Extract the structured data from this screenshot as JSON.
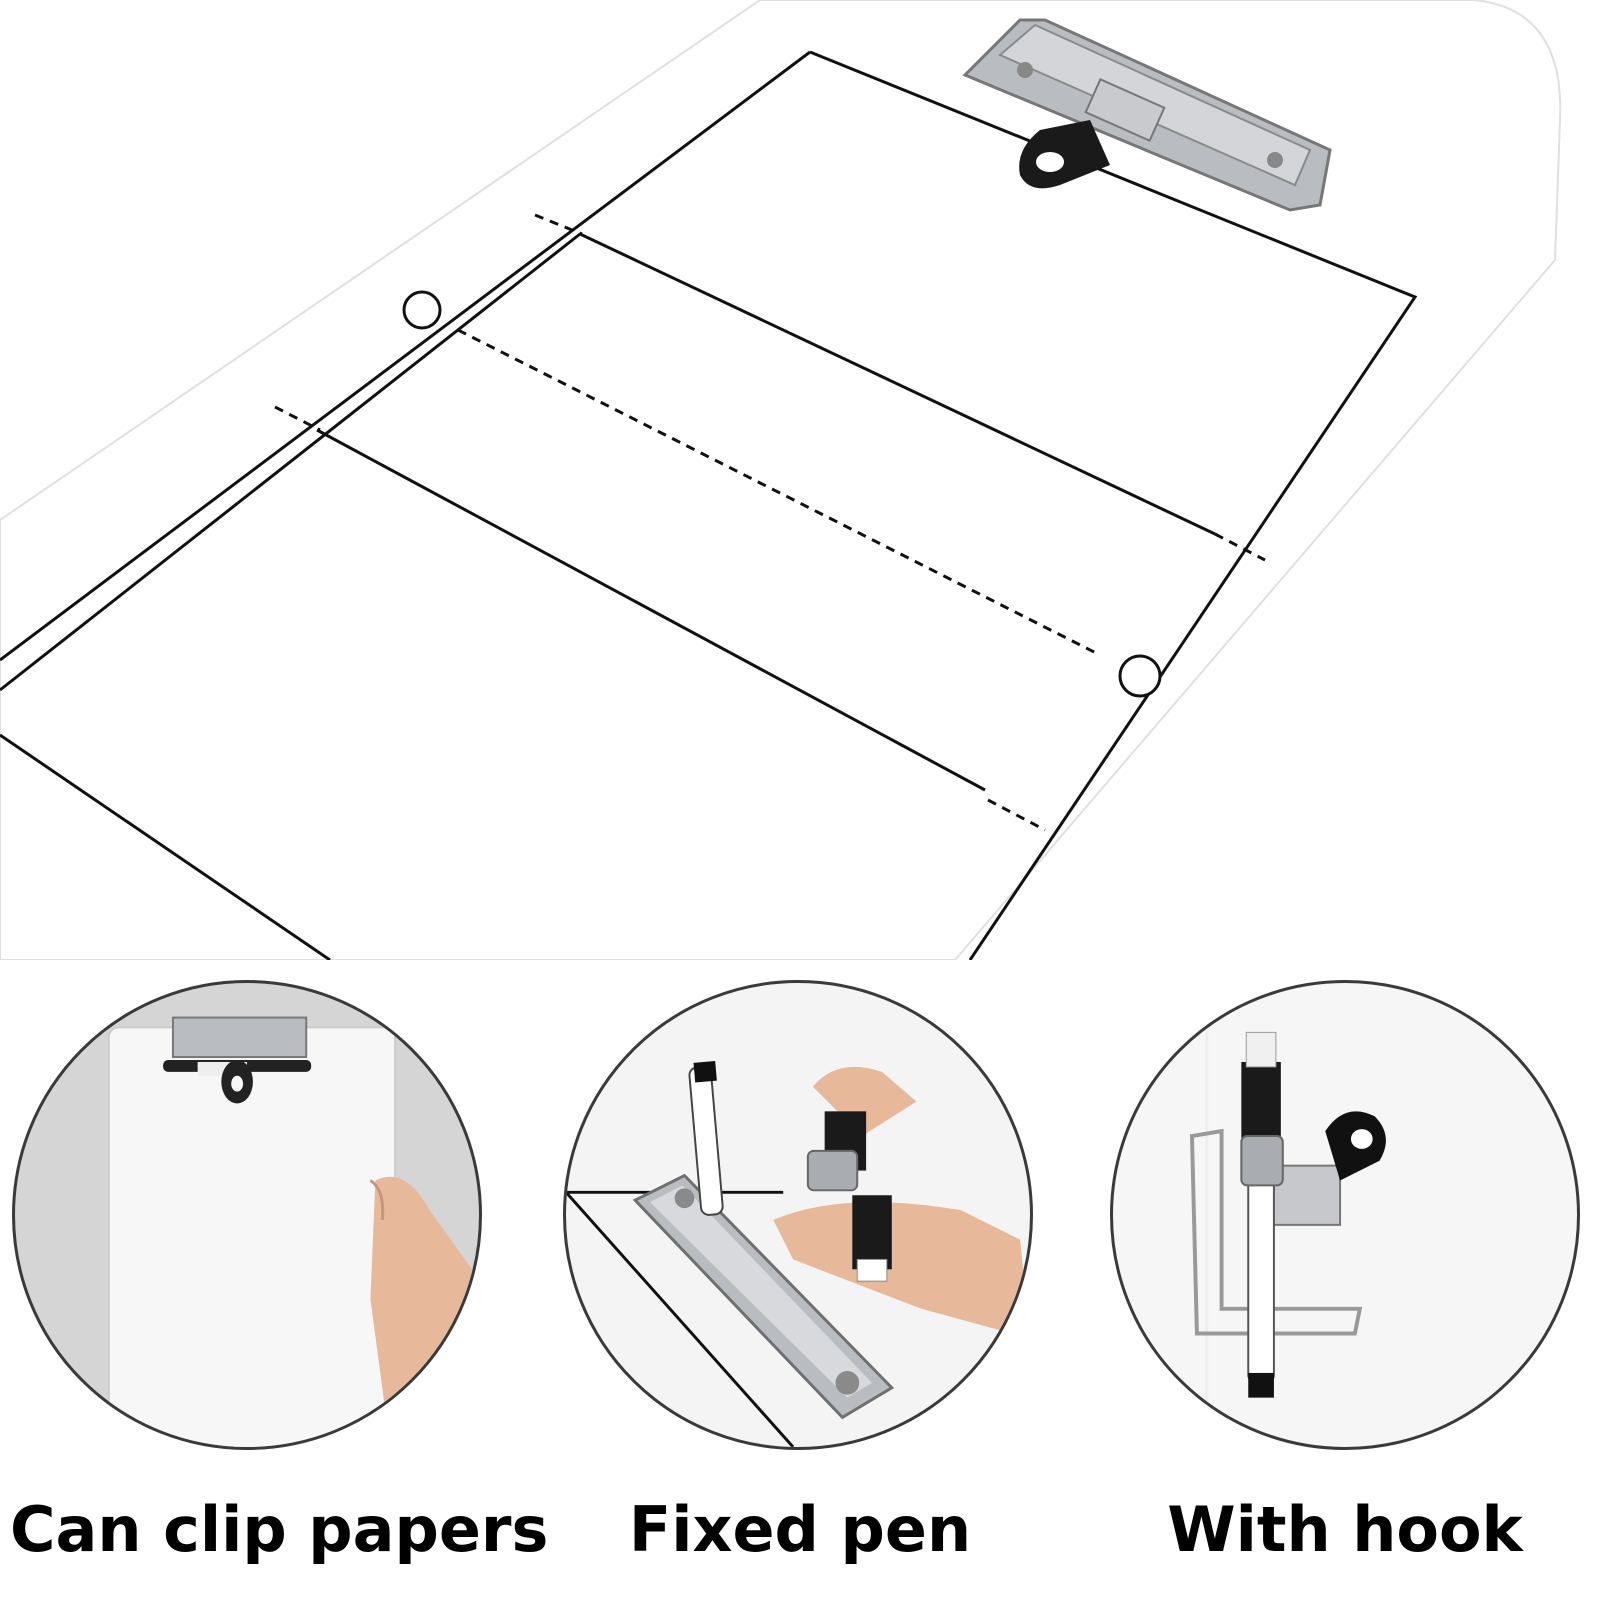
{
  "colors": {
    "board": "#ffffff",
    "court_lines": "#111111",
    "metal": "#b9bcc0",
    "rubber": "#1a1a1a",
    "background_gray": "#d5d5d5",
    "skin": "#e7b99a"
  },
  "icons": [
    "clipboard-board",
    "metal-clip",
    "marker-pen",
    "hook-tab"
  ],
  "features": [
    {
      "caption": "Can clip papers"
    },
    {
      "caption": "Fixed pen"
    },
    {
      "caption": "With hook"
    }
  ]
}
